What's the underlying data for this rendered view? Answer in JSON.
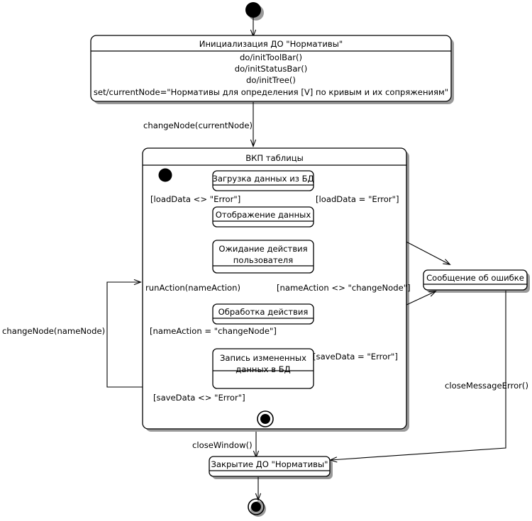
{
  "diagram": {
    "type": "uml-state-machine",
    "language": "ru",
    "background": "#ffffff",
    "line_color": "#000000",
    "shadow_color": "#9a9a9a"
  },
  "nodes": {
    "start": {
      "kind": "initial-state",
      "label": ""
    },
    "init_state": {
      "kind": "state",
      "title": "Инициализация ДО \"Нормативы\"",
      "activities": [
        "do/initToolBar()",
        "do/initStatusBar()",
        "do/initTree()",
        "set/currentNode=\"Нормативы для определения [V] по кривым и их сопряжениям\""
      ]
    },
    "composite": {
      "kind": "composite-state",
      "title": "ВКП таблицы"
    },
    "inner_start": {
      "kind": "initial-state",
      "label": ""
    },
    "load_data": {
      "kind": "state",
      "title": "Загрузка данных из БД",
      "lines": [
        "Загрузка данных из БД"
      ]
    },
    "show_data": {
      "kind": "state",
      "title": "Отображение данных",
      "lines": [
        "Отображение данных"
      ]
    },
    "wait_action": {
      "kind": "state",
      "title": "Ожидание действия пользователя",
      "lines": [
        "Ожидание действия",
        "пользователя"
      ]
    },
    "process_action": {
      "kind": "state",
      "title": "Обработка действия",
      "lines": [
        "Обработка действия"
      ]
    },
    "save_data": {
      "kind": "state",
      "title": "Запись измененных данных в БД",
      "lines": [
        "Запись измененных",
        "данных в БД"
      ]
    },
    "inner_final": {
      "kind": "final-state",
      "label": ""
    },
    "error_message": {
      "kind": "state",
      "title": "Сообщение об ошибке",
      "lines": [
        "Сообщение об ошибке"
      ]
    },
    "close_state": {
      "kind": "state",
      "title": "Закрытие ДО \"Нормативы\"",
      "lines": [
        "Закрытие ДО \"Нормативы\""
      ]
    },
    "final": {
      "kind": "final-state",
      "label": ""
    }
  },
  "edges": [
    {
      "id": "e-start-init",
      "from": "start",
      "to": "init_state",
      "label": ""
    },
    {
      "id": "e-init-composite",
      "from": "init_state",
      "to": "composite",
      "label": "changeNode(currentNode)"
    },
    {
      "id": "e-innerstart-load",
      "from": "inner_start",
      "to": "load_data",
      "label": ""
    },
    {
      "id": "e-load-show",
      "from": "load_data",
      "to": "show_data",
      "label": "[loadData <> \"Error\"]"
    },
    {
      "id": "e-load-error",
      "from": "load_data",
      "to": "error_message",
      "label": "[loadData = \"Error\"]"
    },
    {
      "id": "e-show-wait",
      "from": "show_data",
      "to": "wait_action",
      "label": ""
    },
    {
      "id": "e-wait-process",
      "from": "wait_action",
      "to": "process_action",
      "label": "runAction(nameAction)"
    },
    {
      "id": "e-process-wait",
      "from": "process_action",
      "to": "wait_action",
      "label": "[nameAction <> \"changeNode\"]"
    },
    {
      "id": "e-process-save",
      "from": "process_action",
      "to": "save_data",
      "label": "[nameAction = \"changeNode\"]"
    },
    {
      "id": "e-save-error",
      "from": "save_data",
      "to": "error_message",
      "label": "[saveData = \"Error\"]"
    },
    {
      "id": "e-save-final",
      "from": "save_data",
      "to": "inner_final",
      "label": "[saveData <> \"Error\"]"
    },
    {
      "id": "e-changenode-loop",
      "from": "inner_final",
      "to": "composite",
      "label": "changeNode(nameNode)"
    },
    {
      "id": "e-composite-close",
      "from": "composite",
      "to": "close_state",
      "label": "closeWindow()"
    },
    {
      "id": "e-error-close",
      "from": "error_message",
      "to": "close_state",
      "label": "closeMessageError()"
    },
    {
      "id": "e-close-final",
      "from": "close_state",
      "to": "final",
      "label": ""
    }
  ],
  "labels": {
    "change_node_current": "changeNode(currentNode)",
    "load_ok": "[loadData <> \"Error\"]",
    "load_err": "[loadData = \"Error\"]",
    "run_action": "runAction(nameAction)",
    "name_action_ne": "[nameAction <> \"changeNode\"]",
    "name_action_eq": "[nameAction = \"changeNode\"]",
    "save_err": "[saveData = \"Error\"]",
    "save_ok": "[saveData <> \"Error\"]",
    "change_node_name": "changeNode(nameNode)",
    "close_window": "closeWindow()",
    "close_message_error": "closeMessageError()"
  }
}
